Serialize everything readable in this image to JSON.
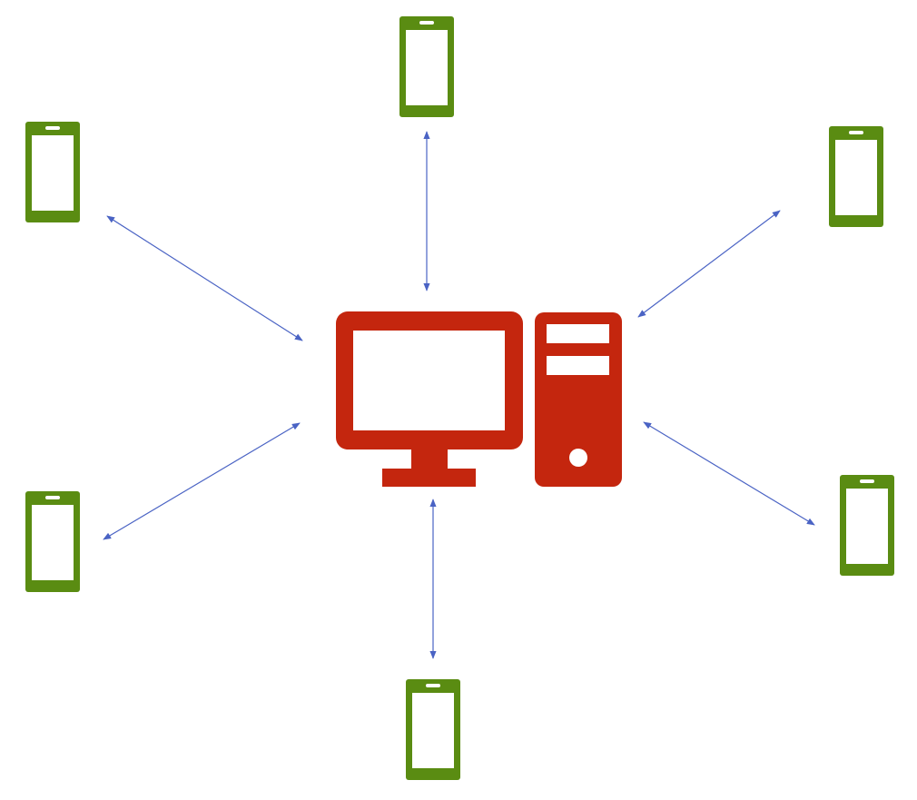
{
  "diagram": {
    "hub": {
      "icon": "desktop-computer-icon",
      "color": "#C4260E"
    },
    "nodes": [
      {
        "icon": "smartphone-icon",
        "position": "top"
      },
      {
        "icon": "smartphone-icon",
        "position": "top-left"
      },
      {
        "icon": "smartphone-icon",
        "position": "top-right"
      },
      {
        "icon": "smartphone-icon",
        "position": "bottom-left"
      },
      {
        "icon": "smartphone-icon",
        "position": "bottom-right"
      },
      {
        "icon": "smartphone-icon",
        "position": "bottom"
      }
    ],
    "node_color": "#5A8C12",
    "connector_color": "#4A63C4",
    "connector_style": "double-headed-arrow"
  }
}
